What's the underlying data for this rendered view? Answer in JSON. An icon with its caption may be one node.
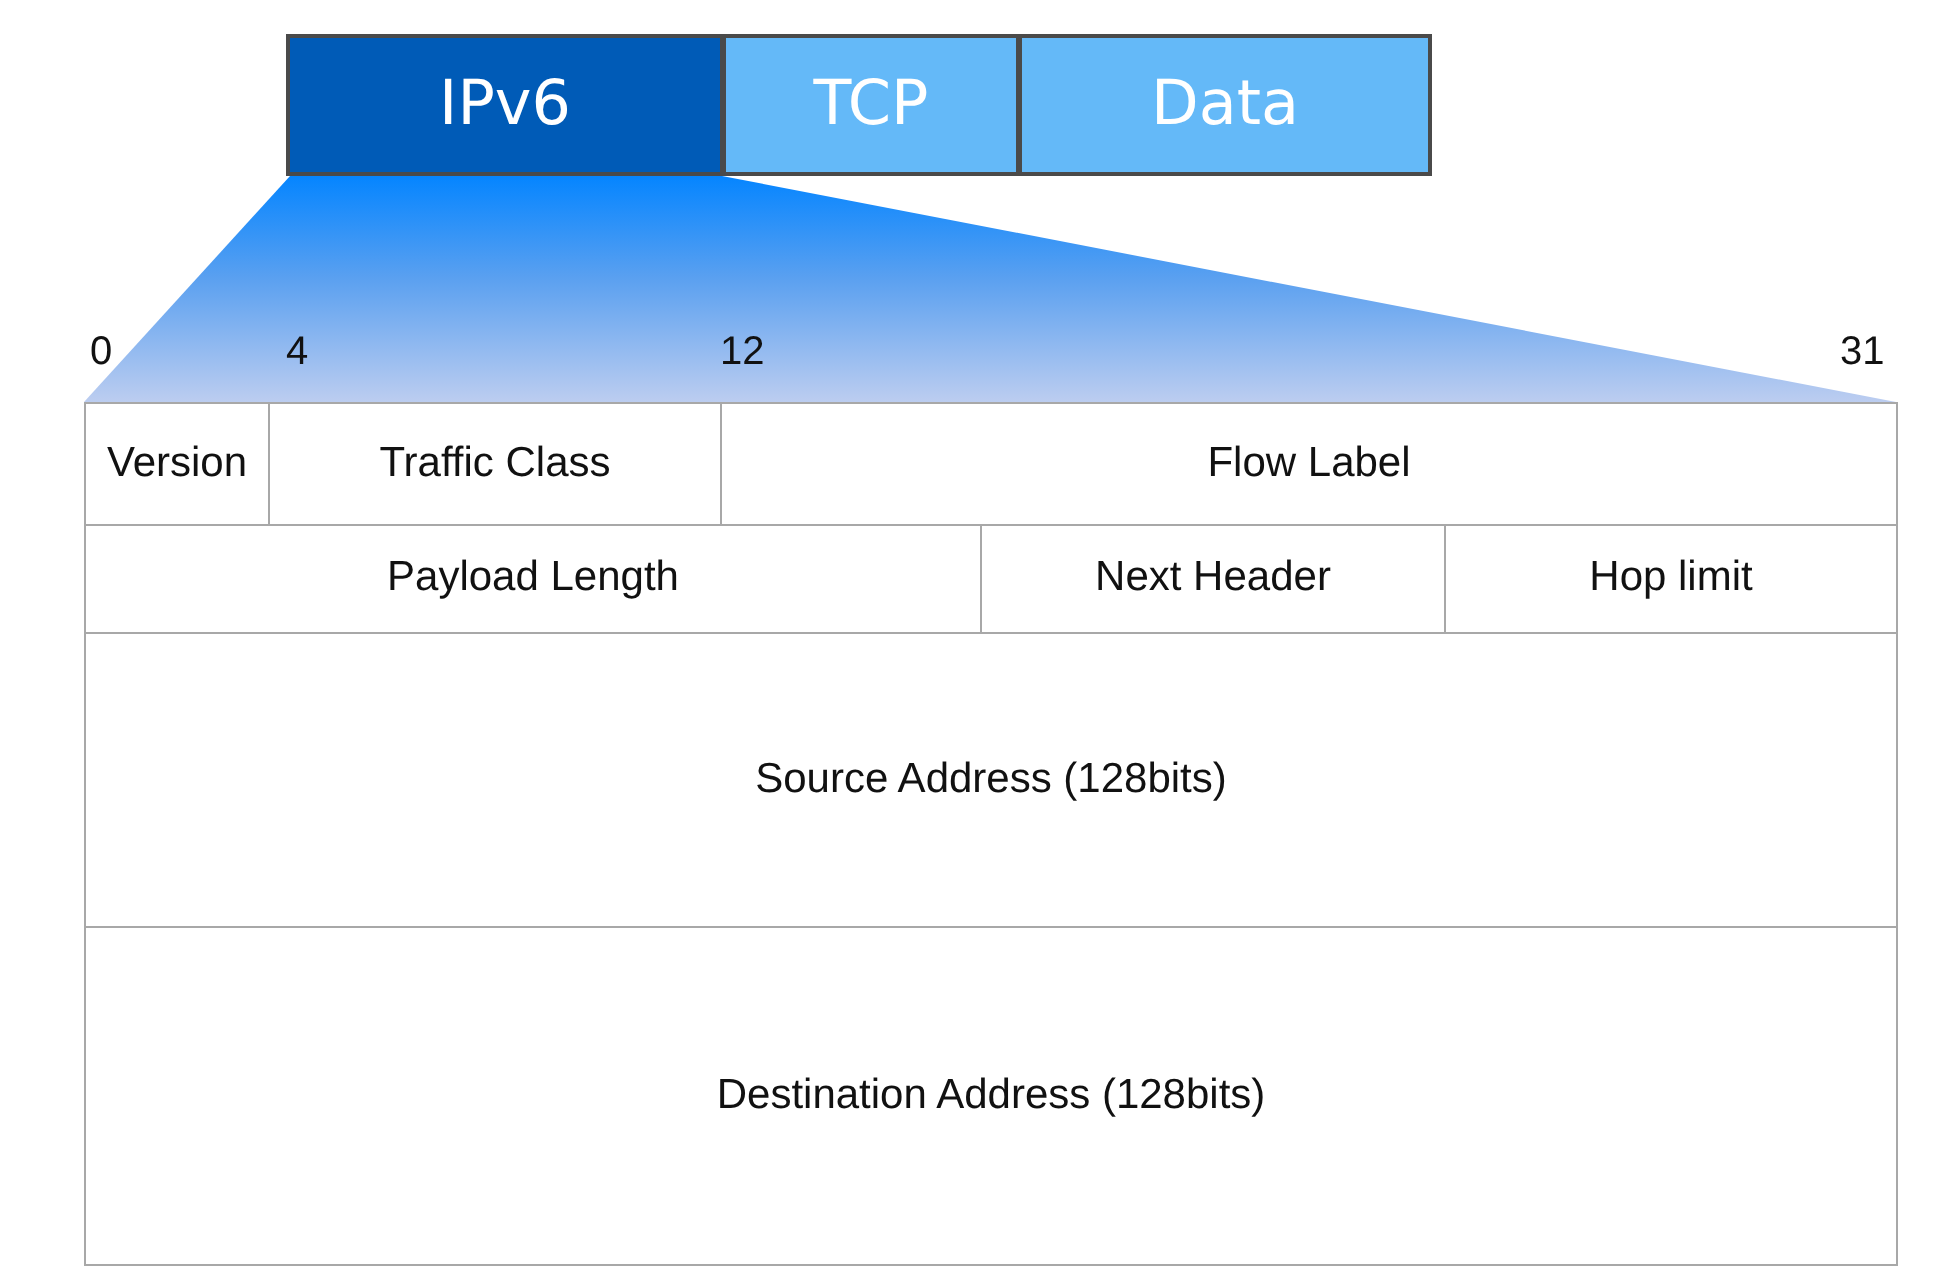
{
  "diagram": {
    "nodes": [
      {
        "text": [
          "IPv6"
        ]
      },
      {
        "text": [
          "TCP"
        ]
      },
      {
        "text": [
          "Data"
        ]
      },
      {
        "text": [
          "Version"
        ]
      },
      {
        "text": [
          "Traffic Class"
        ]
      },
      {
        "text": [
          "Flow Label"
        ]
      },
      {
        "text": [
          "Payload Length"
        ]
      },
      {
        "text": [
          "Next Header"
        ]
      },
      {
        "text": [
          "Hop limit"
        ]
      },
      {
        "text": [
          "Source Address (128bits)"
        ]
      },
      {
        "text": [
          "Destination Address (128bits)"
        ]
      }
    ],
    "labels": [
      "0",
      "4",
      "12",
      "31"
    ]
  }
}
